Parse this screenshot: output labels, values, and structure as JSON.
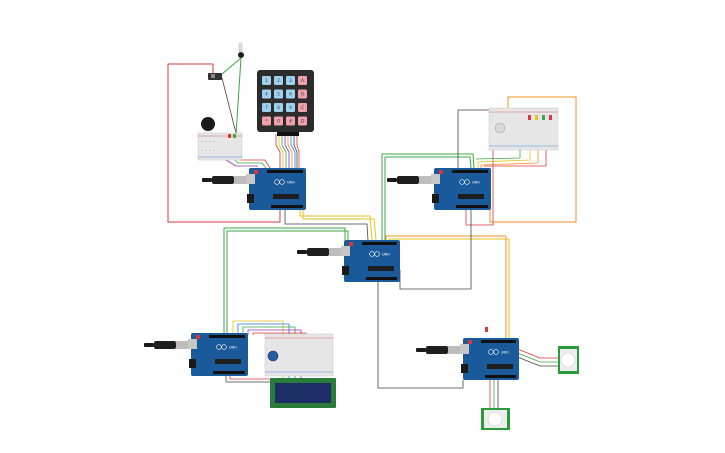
{
  "boards": [
    {
      "id": "uno-1",
      "label": "UNO"
    },
    {
      "id": "uno-2",
      "label": "UNO"
    },
    {
      "id": "uno-3",
      "label": "UNO"
    },
    {
      "id": "uno-4",
      "label": "UNO"
    },
    {
      "id": "uno-5",
      "label": "UNO"
    }
  ],
  "keypad": {
    "keys": [
      "1",
      "2",
      "3",
      "A",
      "4",
      "5",
      "6",
      "B",
      "7",
      "8",
      "9",
      "C",
      "*",
      "0",
      "#",
      "D"
    ]
  },
  "colors": {
    "board": "#1b5a9a",
    "board_dark": "#13487d",
    "breadboard": "#e6e6e6",
    "wire_red": "#d9383a",
    "wire_green": "#3aa845",
    "wire_yellow": "#e8c21a",
    "wire_orange": "#f0902a",
    "wire_dark": "#444444",
    "lcd": "#1c2e66",
    "pir": "#eeeeee"
  },
  "icons": {
    "usb": "usb-cable-icon",
    "pir": "pir-sensor-icon",
    "buzzer": "piezo-buzzer-icon",
    "lightbulb": "lightbulb-icon"
  }
}
